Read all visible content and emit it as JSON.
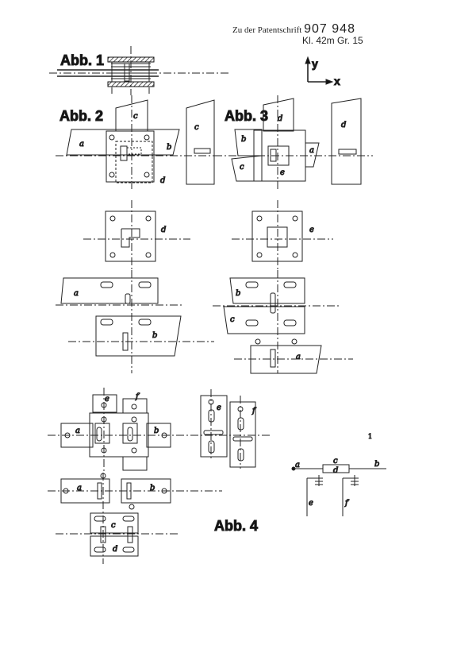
{
  "header": {
    "patent_prefix": "Zu der Patentschrift",
    "patent_number": "907 948",
    "classification": "Kl. 42m Gr. 15"
  },
  "axes_indicator": {
    "y_label": "y",
    "x_label": "x"
  },
  "figures": [
    {
      "label": "Abb. 1",
      "description": "sectional view with hatched plates"
    },
    {
      "label": "Abb. 2",
      "parts": [
        "a",
        "b",
        "c",
        "d"
      ]
    },
    {
      "label": "Abb. 3",
      "parts": [
        "a",
        "b",
        "c",
        "d",
        "e"
      ]
    },
    {
      "label": "Abb. 4",
      "parts": [
        "a",
        "b",
        "c",
        "d",
        "e",
        "f"
      ]
    }
  ],
  "part_labels": {
    "a": "a",
    "b": "b",
    "c": "c",
    "d": "d",
    "e": "e",
    "f": "f"
  },
  "page_mark": "1"
}
